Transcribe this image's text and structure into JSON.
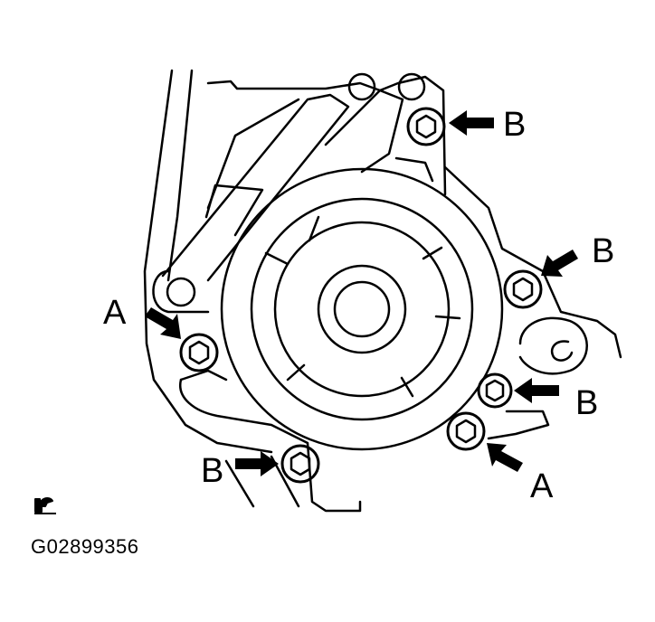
{
  "callouts": {
    "bolt_a_label": "A",
    "bolt_b_label": "B"
  },
  "figure": {
    "code": "G02899356",
    "reference_icon": "torque-reference-icon"
  },
  "colors": {
    "ink": "#000000",
    "paper": "#ffffff"
  }
}
